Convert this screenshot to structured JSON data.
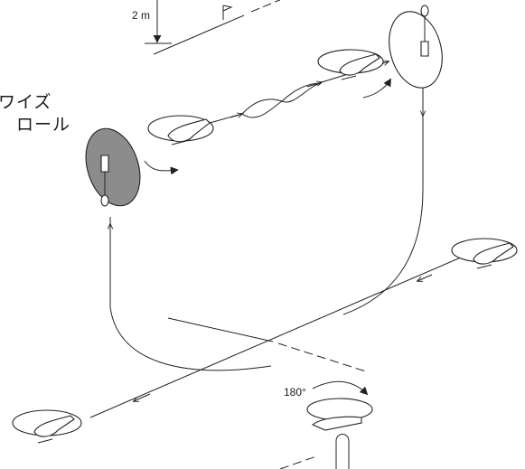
{
  "labels": {
    "height": "2 m",
    "maneuver_line1": "ワイズ",
    "maneuver_line2": "ロール",
    "turn": "180°"
  },
  "colors": {
    "line": "#222222",
    "disk_fill": "#8c8c8c",
    "background": "#ffffff"
  },
  "icons": [
    "helicopter-icon",
    "flag-icon",
    "rotation-arrow-icon"
  ]
}
